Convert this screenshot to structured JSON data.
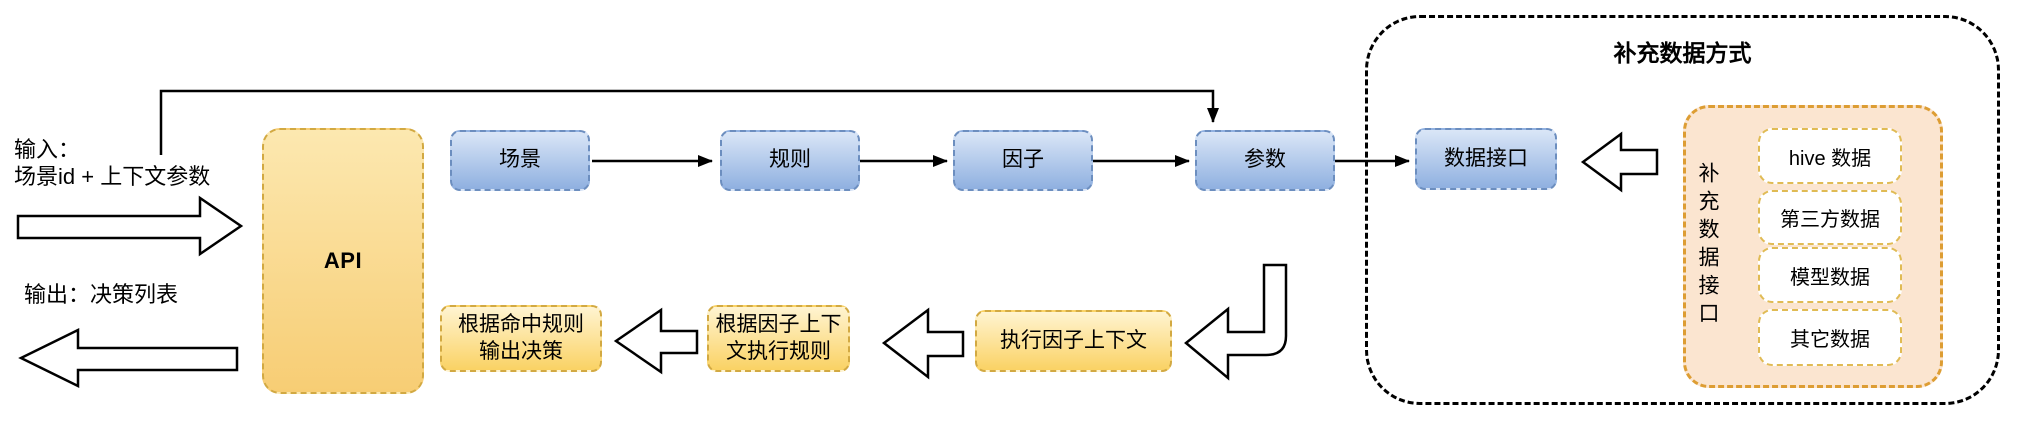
{
  "io": {
    "input_label": "输入：\n场景id + 上下文参数",
    "output_label": "输出：决策列表"
  },
  "api": {
    "label": "API"
  },
  "flow_nodes": [
    {
      "label": "场景"
    },
    {
      "label": "规则"
    },
    {
      "label": "因子"
    },
    {
      "label": "参数"
    },
    {
      "label": "数据接口"
    }
  ],
  "process_nodes": [
    {
      "label": "根据命中规则\n输出决策"
    },
    {
      "label": "根据因子上下\n文执行规则"
    },
    {
      "label": "执行因子上下文"
    }
  ],
  "supplement": {
    "title": "补充数据方式",
    "interface_label": "补充数据接口",
    "sources": [
      "hive 数据",
      "第三方数据",
      "模型数据",
      "其它数据"
    ]
  },
  "colors": {
    "line": "#000000",
    "blue-stroke": "#6c8ebf",
    "blue-top": "#dae6f7",
    "blue-bottom": "#8fb0e0",
    "yellow-stroke": "#d2a942",
    "yellow-top": "#fce8b0",
    "yellow-bottom": "#f7cd74",
    "gold-top": "#fff4d1",
    "gold-bottom": "#fad264",
    "orange-stroke": "#dd9d33",
    "orange-fill": "#fbe5d0",
    "white-box-stroke": "#e0bb54"
  }
}
